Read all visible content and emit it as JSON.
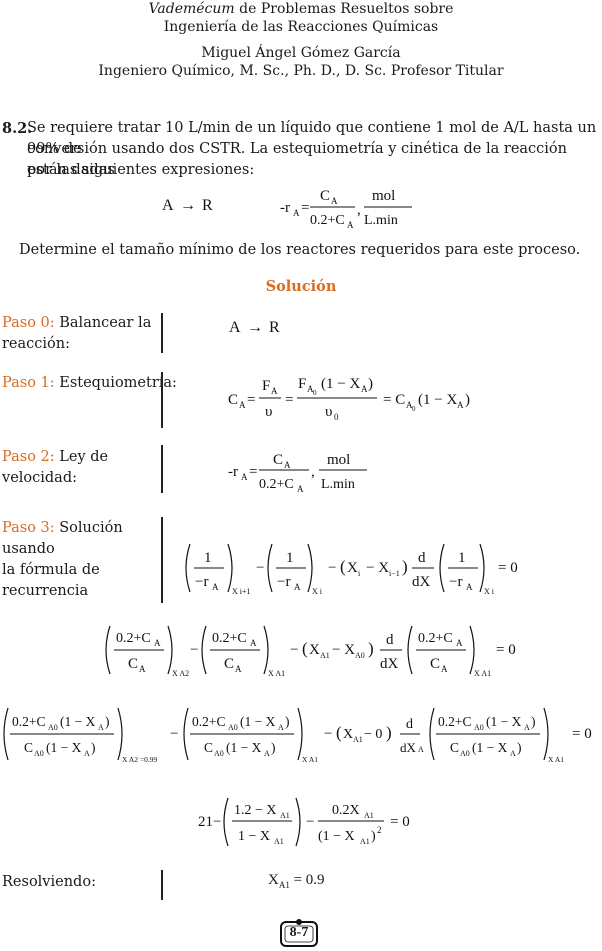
{
  "header": {
    "line1_italic": "Vademécum",
    "line1_rest": " de Problemas Resueltos sobre",
    "line2": "Ingeniería de las Reacciones Químicas",
    "author": "Miguel Ángel Gómez García",
    "credentials": "Ingeniero Químico, M. Sc., Ph. D., D. Sc. Profesor Titular"
  },
  "problem": {
    "number": "8.2.",
    "line1": "Se requiere tratar 10 L/min de un líquido que contiene 1 mol de A/L hasta un 99% de",
    "line2": "conversión usando dos CSTR. La estequiometría y cinética de la reacción están dadas",
    "line3": "por las siguientes expresiones:",
    "question": "Determine el tamaño mínimo de los reactores requeridos para este proceso."
  },
  "solution_title": "Solución",
  "steps": [
    {
      "label": "Paso 0:",
      "text1": " Balancear la",
      "text2": "reacción:"
    },
    {
      "label": "Paso 1:",
      "text1": " Estequiometría:"
    },
    {
      "label": "Paso 2:",
      "text1": " Ley de",
      "text2": "velocidad:"
    },
    {
      "label": "Paso 3:",
      "text1": " Solución",
      "text2": "usando",
      "text3": "la fórmula de",
      "text4": "recurrencia"
    }
  ],
  "resolviendo": "Resolviendo:",
  "result": "= 0.9",
  "page_number": "8-7",
  "colors": {
    "accent": "#d96c1e",
    "text": "#1a1a1a"
  }
}
